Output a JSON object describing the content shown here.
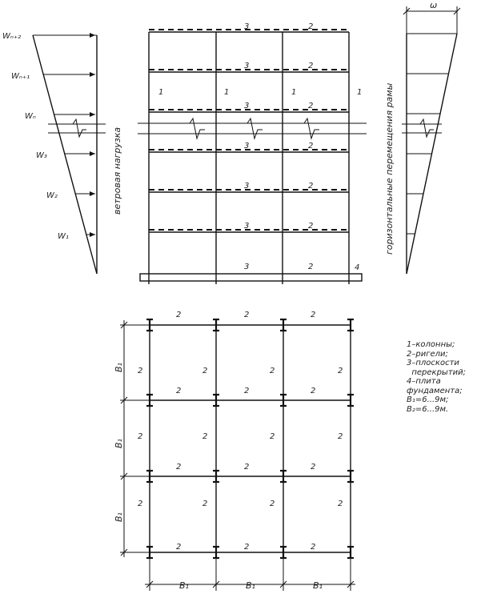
{
  "wind": {
    "labels": [
      "Wₙ₊₂",
      "Wₙ₊₁",
      "Wₙ",
      "W₃",
      "W₂",
      "W₁"
    ],
    "caption": "ветровая нагрузка"
  },
  "frame": {
    "slab_label": "3",
    "beam_label": "2",
    "column_label": "1",
    "foundation_label": "4"
  },
  "displacement": {
    "omega": "ω",
    "caption": "горизонтальные перемещения рамы"
  },
  "plan": {
    "beam_label": "2",
    "span_x": "B₁",
    "span_y": "B₁"
  },
  "legend": [
    "1–колонны;",
    "2–ригели;",
    "3–плоскости",
    "  перекрытий;",
    "4–плита",
    "фундамента;",
    "B₁=6...9м;",
    "B₂=6...9м."
  ]
}
